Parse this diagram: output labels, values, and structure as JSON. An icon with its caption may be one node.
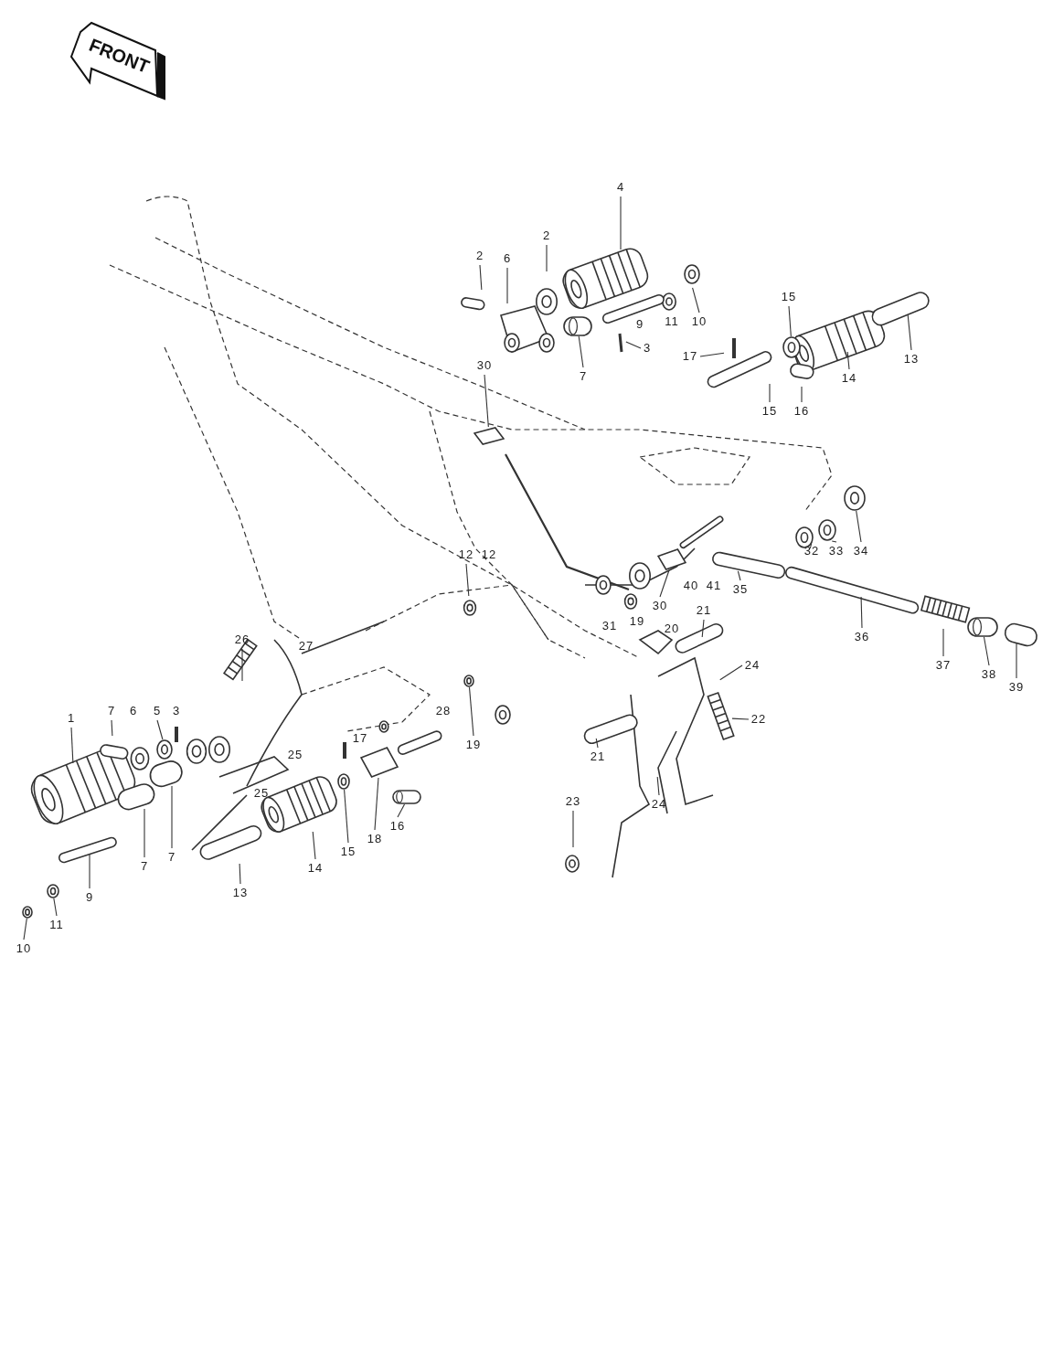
{
  "diagram": {
    "nodes": [
      {
        "text": [
          "4"
        ]
      },
      {
        "text": [
          "2"
        ]
      },
      {
        "text": [
          "2"
        ]
      },
      {
        "text": [
          "6"
        ]
      },
      {
        "text": [
          "10"
        ]
      },
      {
        "text": [
          "3"
        ]
      },
      {
        "text": [
          "7"
        ]
      },
      {
        "text": [
          "30"
        ]
      },
      {
        "text": [
          "17"
        ]
      },
      {
        "text": [
          "15"
        ]
      },
      {
        "text": [
          "33"
        ]
      },
      {
        "text": [
          "34"
        ]
      },
      {
        "text": [
          "30"
        ]
      },
      {
        "text": [
          "35"
        ]
      },
      {
        "text": [
          "36"
        ]
      },
      {
        "text": [
          "37"
        ]
      },
      {
        "text": [
          "38"
        ]
      },
      {
        "text": [
          "39"
        ]
      },
      {
        "text": [
          "22"
        ]
      },
      {
        "text": [
          "24"
        ]
      },
      {
        "text": [
          "21"
        ]
      },
      {
        "text": [
          "24"
        ]
      },
      {
        "text": [
          "23"
        ]
      },
      {
        "text": [
          "12"
        ]
      },
      {
        "text": [
          "19"
        ]
      },
      {
        "text": [
          "26"
        ]
      },
      {
        "text": [
          "1"
        ]
      },
      {
        "text": [
          "7"
        ]
      },
      {
        "text": [
          "5"
        ]
      },
      {
        "text": [
          "7"
        ]
      },
      {
        "text": [
          "7"
        ]
      },
      {
        "text": [
          "9"
        ]
      },
      {
        "text": [
          "11"
        ]
      },
      {
        "text": [
          "10"
        ]
      },
      {
        "text": [
          "13"
        ]
      },
      {
        "text": [
          "14"
        ]
      },
      {
        "text": [
          "15"
        ]
      },
      {
        "text": [
          "18"
        ]
      },
      {
        "text": [
          "16"
        ]
      },
      {
        "text": [
          "14"
        ]
      },
      {
        "text": [
          "13"
        ]
      },
      {
        "text": [
          "15"
        ]
      },
      {
        "text": [
          "16"
        ]
      },
      {
        "text": [
          "32"
        ]
      },
      {
        "text": [
          "21"
        ]
      },
      {
        "text": [],
        "shape": "box"
      },
      {
        "text": [],
        "shape": "circle"
      },
      {
        "text": [],
        "shape": "circle"
      },
      {
        "text": [],
        "shape": "circle"
      },
      {
        "text": [],
        "shape": "cylinder"
      },
      {
        "text": [],
        "shape": "circle"
      },
      {
        "text": [],
        "shape": "circle"
      },
      {
        "text": [],
        "shape": "box"
      },
      {
        "text": [],
        "shape": "cylinder"
      },
      {
        "text": [],
        "shape": "circle"
      },
      {
        "text": [],
        "shape": "cylinder"
      },
      {
        "text": [],
        "shape": "box"
      },
      {
        "text": [],
        "shape": "circle"
      },
      {
        "text": [],
        "shape": "circle"
      },
      {
        "text": [],
        "shape": "circle"
      }
    ],
    "edges": [
      {
        "from": 0,
        "to": null,
        "arrow": "none"
      },
      {
        "from": 1,
        "to": null,
        "arrow": "none"
      },
      {
        "from": 2,
        "to": null,
        "arrow": "none"
      },
      {
        "from": 3,
        "to": null,
        "arrow": "none"
      },
      {
        "from": 4,
        "to": null,
        "arrow": "none"
      },
      {
        "from": 5,
        "to": null,
        "arrow": "none"
      },
      {
        "from": 6,
        "to": 55,
        "arrow": "none"
      },
      {
        "from": 7,
        "to": 45,
        "arrow": "none"
      },
      {
        "from": 8,
        "to": null,
        "arrow": "none"
      },
      {
        "from": 9,
        "to": 46,
        "arrow": "none"
      },
      {
        "from": 10,
        "to": 47,
        "arrow": "none"
      },
      {
        "from": 11,
        "to": 48,
        "arrow": "none"
      },
      {
        "from": 12,
        "to": 56,
        "arrow": "none"
      },
      {
        "from": 13,
        "to": null,
        "arrow": "none"
      },
      {
        "from": 14,
        "to": null,
        "arrow": "none"
      },
      {
        "from": 15,
        "to": null,
        "arrow": "none"
      },
      {
        "from": 16,
        "to": 49,
        "arrow": "none"
      },
      {
        "from": 17,
        "to": null,
        "arrow": "none"
      },
      {
        "from": 18,
        "to": null,
        "arrow": "none"
      },
      {
        "from": 19,
        "to": null,
        "arrow": "none"
      },
      {
        "from": 20,
        "to": null,
        "arrow": "none"
      },
      {
        "from": 21,
        "to": null,
        "arrow": "none"
      },
      {
        "from": 22,
        "to": null,
        "arrow": "none"
      },
      {
        "from": 23,
        "to": null,
        "arrow": "none"
      },
      {
        "from": 24,
        "to": 57,
        "arrow": "none"
      },
      {
        "from": 25,
        "to": null,
        "arrow": "none"
      },
      {
        "from": 26,
        "to": null,
        "arrow": "none"
      },
      {
        "from": 27,
        "to": null,
        "arrow": "none"
      },
      {
        "from": 28,
        "to": 58,
        "arrow": "none"
      },
      {
        "from": 29,
        "to": null,
        "arrow": "none"
      },
      {
        "from": 30,
        "to": null,
        "arrow": "none"
      },
      {
        "from": 31,
        "to": null,
        "arrow": "none"
      },
      {
        "from": 32,
        "to": 50,
        "arrow": "none"
      },
      {
        "from": 33,
        "to": 51,
        "arrow": "none"
      },
      {
        "from": 34,
        "to": null,
        "arrow": "none"
      },
      {
        "from": 35,
        "to": null,
        "arrow": "none"
      },
      {
        "from": 36,
        "to": 59,
        "arrow": "none"
      },
      {
        "from": 37,
        "to": 52,
        "arrow": "none"
      },
      {
        "from": 38,
        "to": 53,
        "arrow": "none"
      },
      {
        "from": 39,
        "to": null,
        "arrow": "none"
      },
      {
        "from": 40,
        "to": null,
        "arrow": "none"
      },
      {
        "from": 41,
        "to": null,
        "arrow": "none"
      },
      {
        "from": 42,
        "to": null,
        "arrow": "none"
      },
      {
        "from": 43,
        "to": 54,
        "arrow": "none"
      },
      {
        "from": 44,
        "to": null,
        "arrow": "none"
      }
    ],
    "labels": [
      "FRONT",
      "9",
      "11",
      "40",
      "41",
      "31",
      "19",
      "20",
      "12",
      "28",
      "17",
      "25",
      "25",
      "27",
      "6",
      "3"
    ]
  }
}
